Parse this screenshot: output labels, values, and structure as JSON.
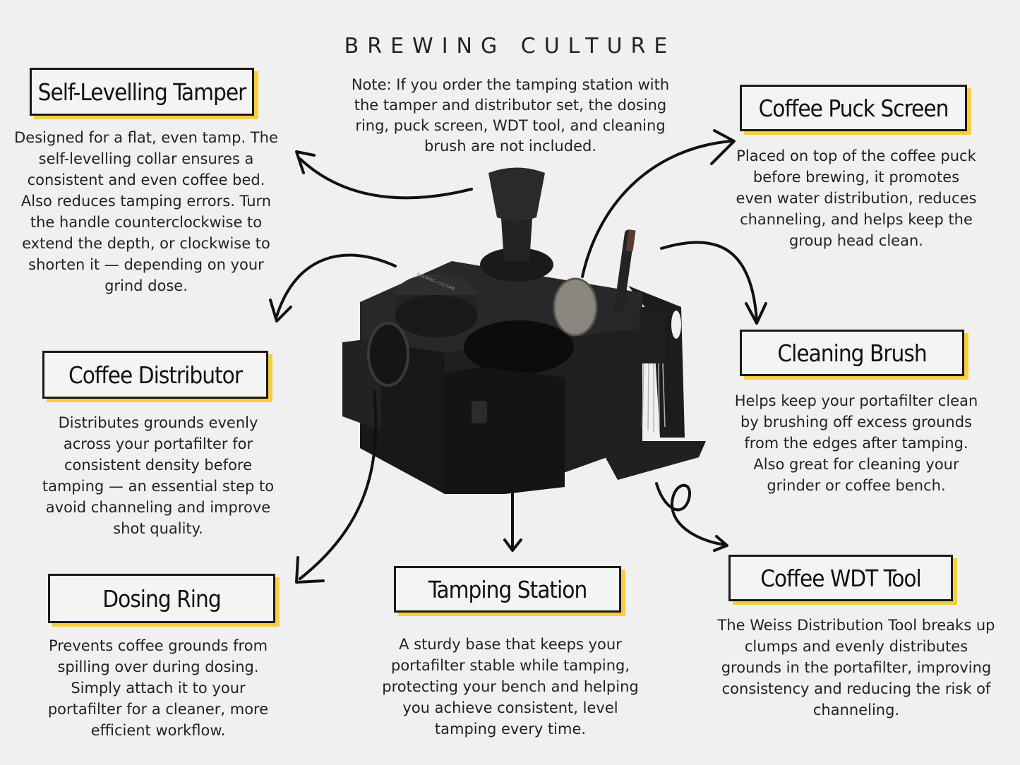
{
  "brand": "BREWING CULTURE",
  "note": "Note: If you order the tamping station with the tamper and distributor set, the dosing ring, puck screen, WDT tool, and cleaning brush are not included.",
  "product_logo_text": "BREWING CULTURE",
  "features": {
    "tamper": {
      "title": "Self-Levelling Tamper",
      "description": "Designed for a flat, even tamp. The self-levelling collar ensures a consistent and even coffee bed. Also reduces tamping errors. Turn the handle counterclockwise to extend the depth, or clockwise to shorten it — depending on your grind dose."
    },
    "distributor": {
      "title": "Coffee Distributor",
      "description": "Distributes grounds evenly across your portafilter for consistent density before tamping — an essential step to avoid channeling and improve shot quality."
    },
    "dosing_ring": {
      "title": "Dosing Ring",
      "description": "Prevents coffee grounds from spilling over during dosing. Simply attach it to your portafilter for a cleaner, more efficient workflow."
    },
    "station": {
      "title": "Tamping Station",
      "description": "A sturdy base that keeps your portafilter stable while tamping, protecting your bench and helping you achieve consistent, level tamping every time."
    },
    "puck_screen": {
      "title": "Coffee Puck Screen",
      "description": "Placed on top of the coffee puck before brewing, it promotes even water distribution, reduces channeling, and helps keep the group head clean."
    },
    "brush": {
      "title": "Cleaning Brush",
      "description": "Helps keep your portafilter clean by brushing off excess grounds from the edges after tamping. Also great for cleaning your grinder or coffee bench."
    },
    "wdt": {
      "title": "Coffee WDT Tool",
      "description": "The Weiss Distribution Tool breaks up clumps and evenly distributes grounds in the portafilter, improving consistency and reducing the risk of channeling."
    }
  },
  "colors": {
    "accent": "#f5cf3f",
    "ink": "#1a1a1a",
    "background": "#f0f0f0"
  }
}
